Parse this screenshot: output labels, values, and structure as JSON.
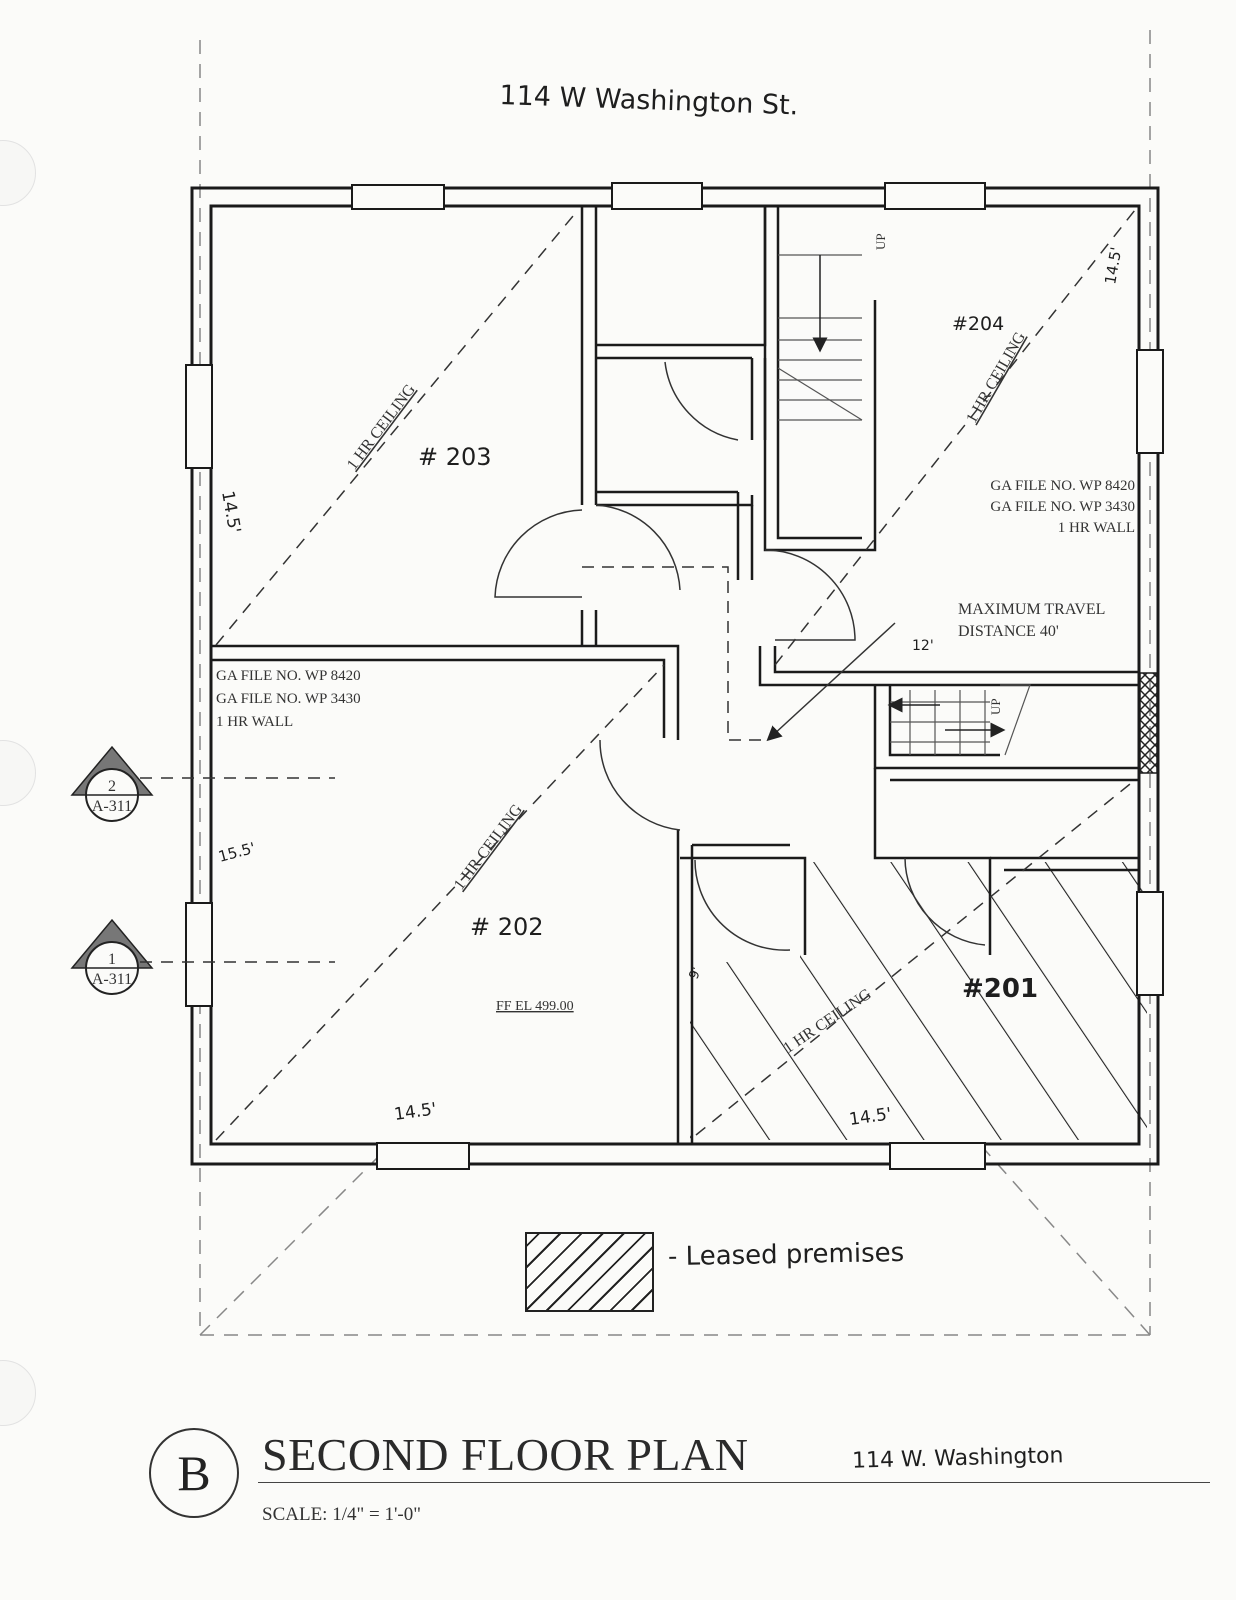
{
  "street_header": "114 W Washington St.",
  "rooms": {
    "r203": {
      "number": "# 203",
      "ceiling": "1 HR CEILING",
      "dim_side": "14.5'"
    },
    "r204": {
      "number": "#204",
      "ceiling": "1 HR CEILING",
      "dim_side": "14.5'",
      "notes": [
        "GA FILE NO. WP 8420",
        "GA FILE NO. WP 3430",
        "1 HR WALL"
      ],
      "travel": [
        "MAXIMUM TRAVEL",
        "DISTANCE 40'"
      ],
      "travel_dim": "12'"
    },
    "r202": {
      "number": "# 202",
      "ceiling": "1 HR CEILING",
      "dim_side": "15.5'",
      "dim_bottom": "14.5'",
      "notes": [
        "GA FILE NO. WP 8420",
        "GA FILE NO. WP 3430",
        "1 HR WALL"
      ],
      "elevation": "FF EL 499.00"
    },
    "r201": {
      "number": "#201",
      "ceiling": "1 HR CEILING",
      "dim_bottom": "14.5'",
      "dim_side": "9'"
    }
  },
  "stairs": {
    "up_label": "UP"
  },
  "section_markers": [
    {
      "number": "2",
      "sheet": "A-311"
    },
    {
      "number": "1",
      "sheet": "A-311"
    }
  ],
  "legend": {
    "label": "- Leased premises"
  },
  "title_block": {
    "mark": "B",
    "title": "SECOND FLOOR PLAN",
    "note": "114 W. Washington",
    "scale": "SCALE: 1/4\" = 1'-0\""
  }
}
